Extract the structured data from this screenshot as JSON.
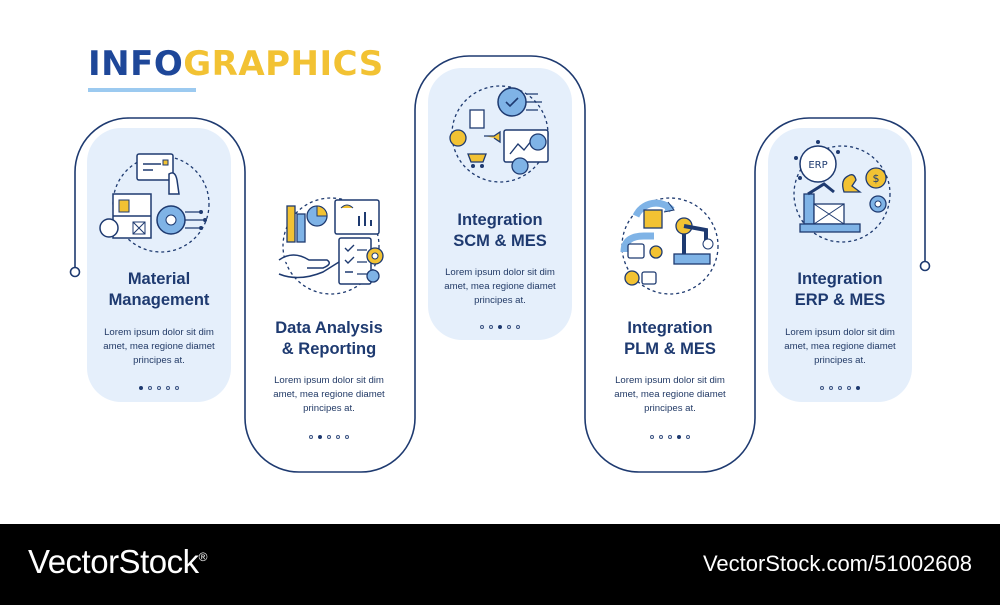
{
  "header": {
    "title_part1": "INFO",
    "title_part2": "GRAPHICS"
  },
  "colors": {
    "navy": "#1e3a70",
    "blue": "#1e4799",
    "yellow": "#f2c233",
    "light_blue": "#e5effb",
    "accent_blue": "#9ccaf0"
  },
  "steps": [
    {
      "title_line1": "Material",
      "title_line2": "Management",
      "body_line1": "Lorem ipsum dolor sit dim",
      "body_line2": "amet, mea regione diamet",
      "body_line3": "principes at.",
      "icon": "warehouse-gears-icon",
      "active_dot": 1
    },
    {
      "title_line1": "Data Analysis",
      "title_line2": "& Reporting",
      "body_line1": "Lorem ipsum dolor sit dim",
      "body_line2": "amet, mea regione diamet",
      "body_line3": "principes at.",
      "icon": "chart-report-icon",
      "active_dot": 2
    },
    {
      "title_line1": "Integration",
      "title_line2": "SCM & MES",
      "body_line1": "Lorem ipsum dolor sit dim",
      "body_line2": "amet, mea regione diamet",
      "body_line3": "principes at.",
      "icon": "supply-chain-gear-icon",
      "active_dot": 3
    },
    {
      "title_line1": "Integration",
      "title_line2": "PLM & MES",
      "body_line1": "Lorem ipsum dolor sit dim",
      "body_line2": "amet, mea regione diamet",
      "body_line3": "principes at.",
      "icon": "robot-arm-cycle-icon",
      "active_dot": 4
    },
    {
      "title_line1": "Integration",
      "title_line2": "ERP & MES",
      "body_line1": "Lorem ipsum dolor sit dim",
      "body_line2": "amet, mea regione diamet",
      "body_line3": "principes at.",
      "icon": "erp-factory-icon",
      "active_dot": 5
    }
  ],
  "footer": {
    "brand": "VectorStock",
    "trademark": "®",
    "ref": "VectorStock.com/51002608"
  }
}
